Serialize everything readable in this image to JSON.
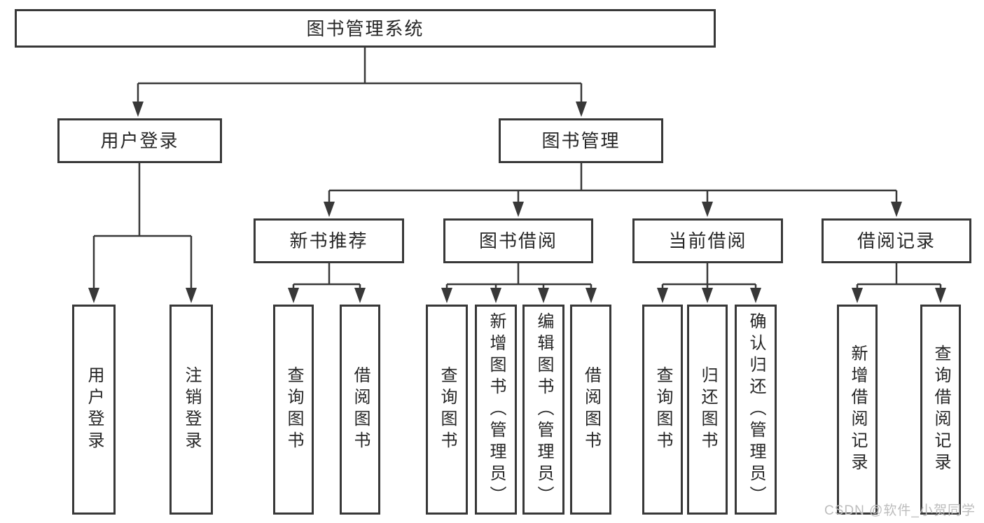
{
  "diagram_title": "图书管理系统",
  "tree": {
    "root": {
      "label": "图书管理系统"
    },
    "branches": [
      {
        "label": "用户登录",
        "children": [
          {
            "label": "用户登录"
          },
          {
            "label": "注销登录"
          }
        ]
      },
      {
        "label": "图书管理",
        "groups": [
          {
            "label": "新书推荐",
            "children": [
              {
                "label": "查询图书"
              },
              {
                "label": "借阅图书"
              }
            ]
          },
          {
            "label": "图书借阅",
            "children": [
              {
                "label": "查询图书"
              },
              {
                "label": "新增图书（管理员）"
              },
              {
                "label": "编辑图书（管理员）"
              },
              {
                "label": "借阅图书"
              }
            ]
          },
          {
            "label": "当前借阅",
            "children": [
              {
                "label": "查询图书"
              },
              {
                "label": "归还图书"
              },
              {
                "label": "确认归还（管理员）"
              }
            ]
          },
          {
            "label": "借阅记录",
            "children": [
              {
                "label": "新增借阅记录"
              },
              {
                "label": "查询借阅记录"
              }
            ]
          }
        ]
      }
    ]
  },
  "watermark": {
    "text": "CSDN @软件_小贺同学",
    "color": "#bdbdbd"
  },
  "colors": {
    "line": "#383838",
    "box_border": "#383838",
    "text": "#262626",
    "background": "#ffffff"
  }
}
